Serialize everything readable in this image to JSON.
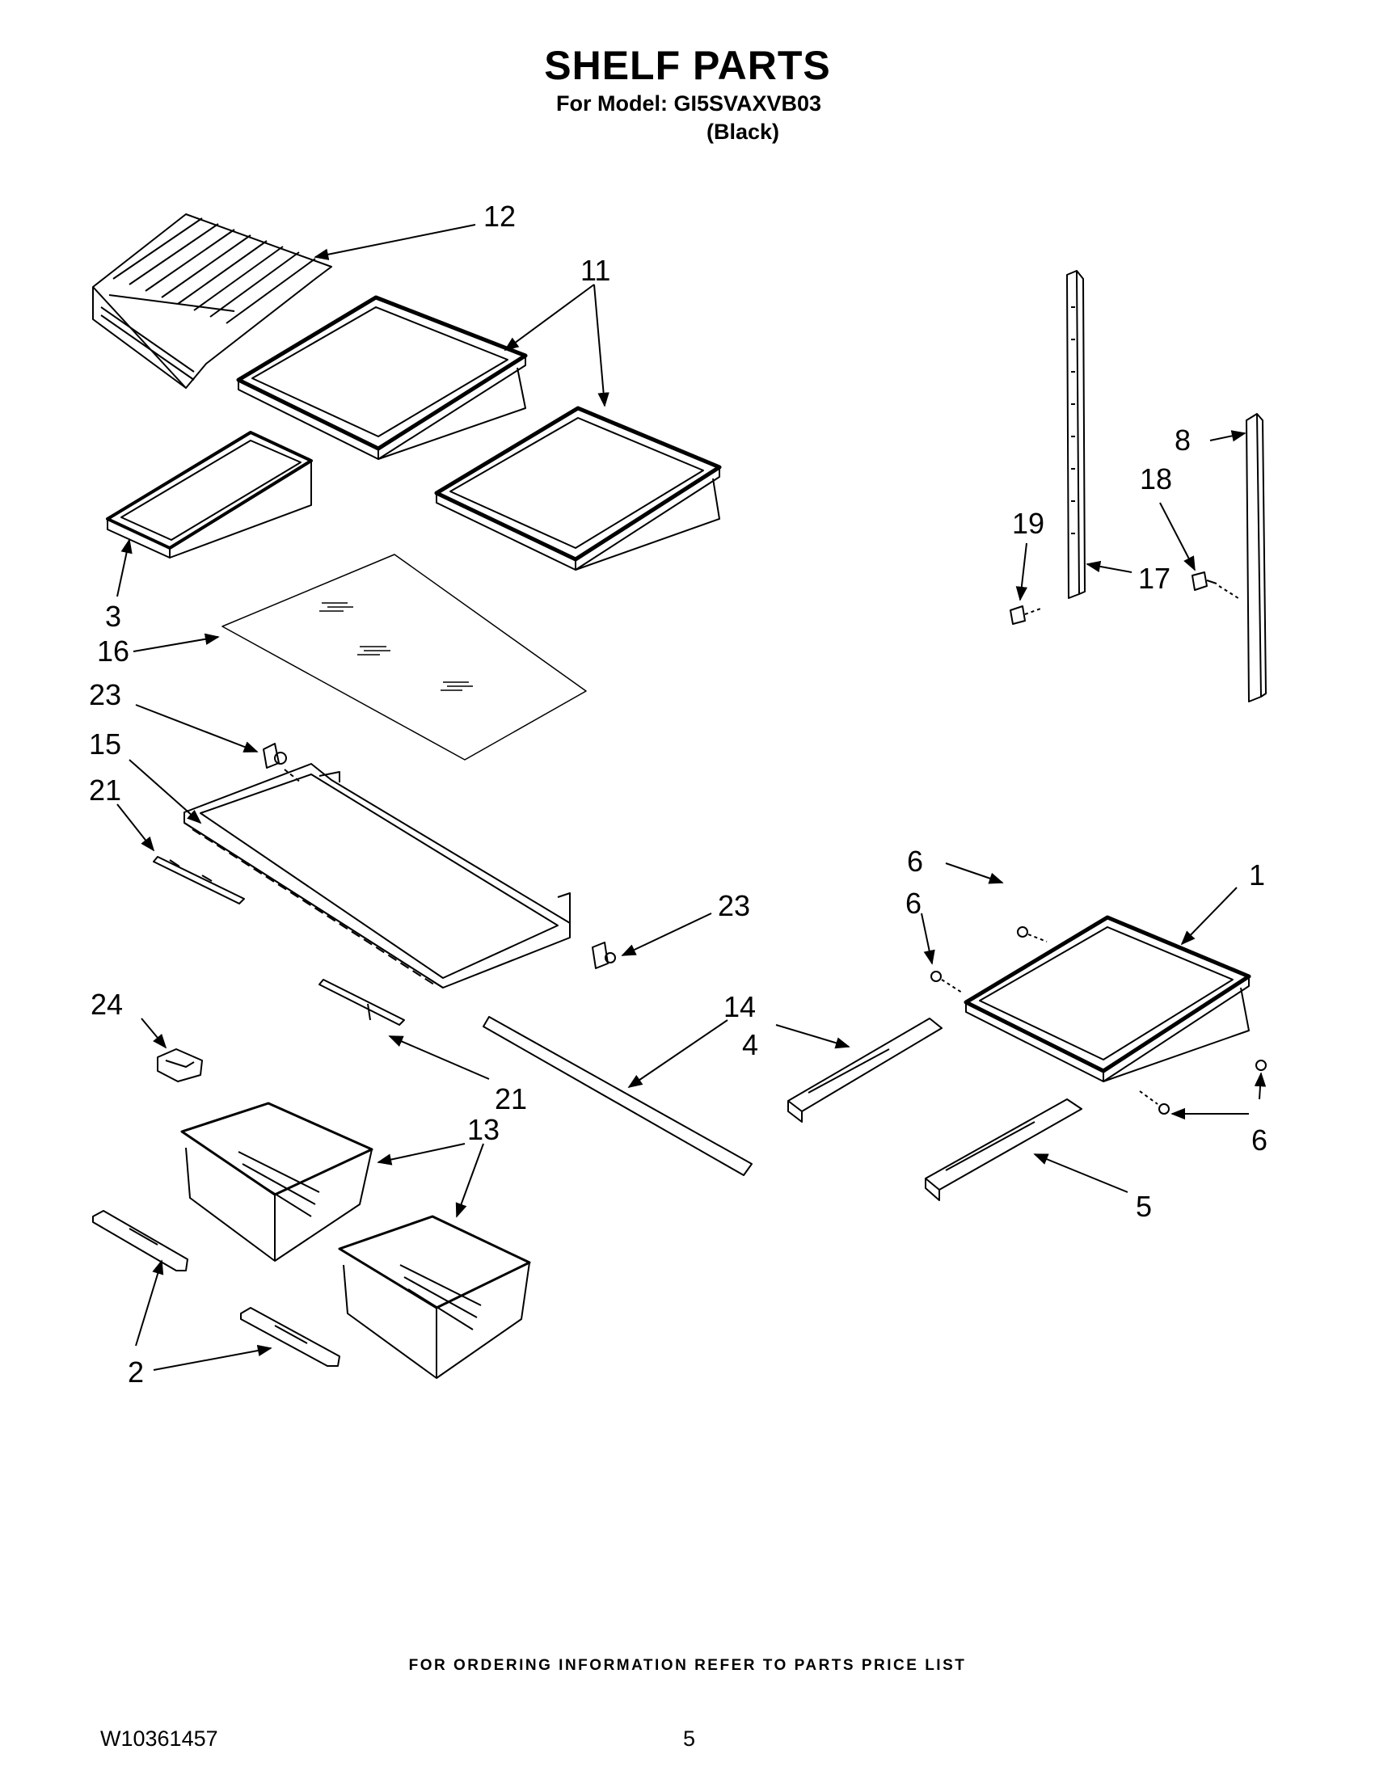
{
  "header": {
    "title": "SHELF PARTS",
    "model": "For Model: GI5SVAXVB03",
    "color": "(Black)"
  },
  "callouts": {
    "c1": "1",
    "c2": "2",
    "c3": "3",
    "c4": "4",
    "c5": "5",
    "c6a": "6",
    "c6b": "6",
    "c6c": "6",
    "c8": "8",
    "c11": "11",
    "c12": "12",
    "c13": "13",
    "c14": "14",
    "c15": "15",
    "c16": "16",
    "c17": "17",
    "c18": "18",
    "c19": "19",
    "c21a": "21",
    "c21b": "21",
    "c23a": "23",
    "c23b": "23",
    "c24": "24"
  },
  "footer": {
    "note": "FOR ORDERING INFORMATION REFER TO PARTS PRICE LIST",
    "doc_number": "W10361457",
    "page": "5"
  }
}
